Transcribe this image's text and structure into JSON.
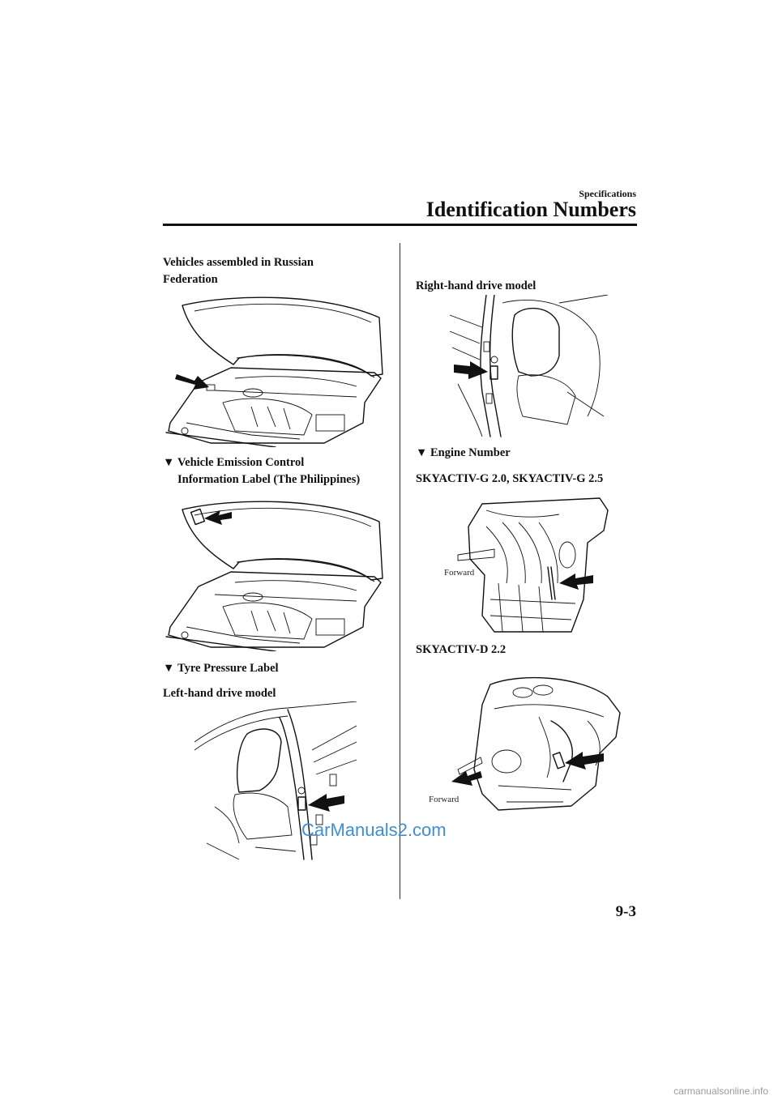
{
  "header": {
    "section": "Specifications",
    "chapter": "Identification Numbers"
  },
  "left": {
    "russia_title_line1": "Vehicles assembled in Russian",
    "russia_title_line2": "Federation",
    "emission_heading_line1": "Vehicle Emission Control",
    "emission_heading_line2": "Information Label (The Philippines)",
    "tyre_heading": "Tyre Pressure Label",
    "lhd_label": "Left-hand drive model"
  },
  "right": {
    "rhd_label": "Right-hand drive model",
    "engine_heading": "Engine Number",
    "gas_engines": "SKYACTIV-G 2.0, SKYACTIV-G 2.5",
    "gas_forward": "Forward",
    "diesel_engine": "SKYACTIV-D 2.2",
    "diesel_forward": "Forward"
  },
  "footer": {
    "page_number": "9-3",
    "watermark": "CarManuals2.com",
    "site_watermark": "carmanualsonline.info"
  }
}
